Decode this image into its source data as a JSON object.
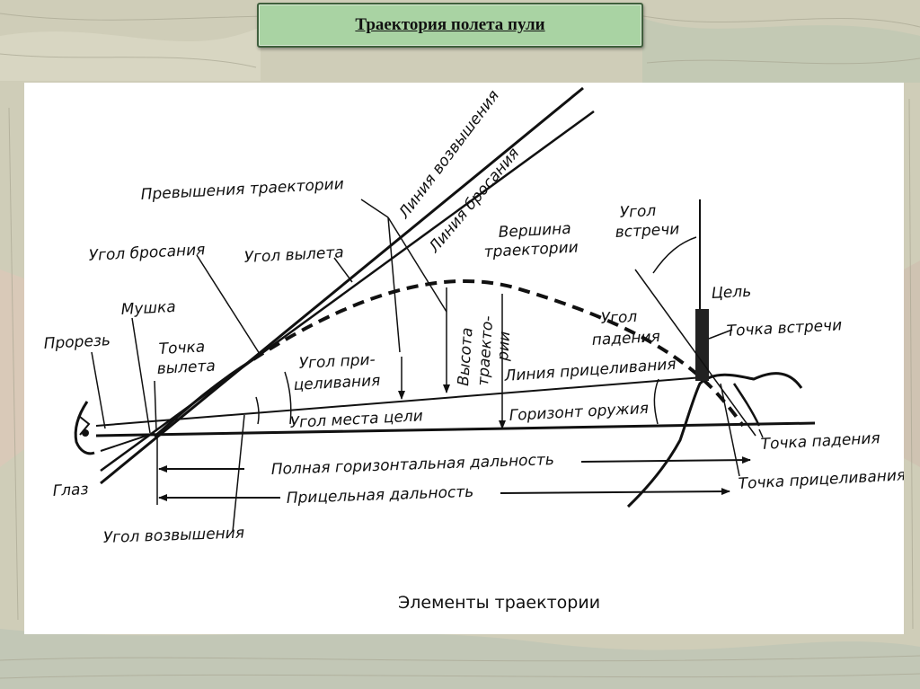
{
  "slide": {
    "title": "Траектория полета пули"
  },
  "diagram": {
    "caption": "Элементы траектории",
    "labels": {
      "elevation_line": "Линия возвышения",
      "throw_line": "Линия бросания",
      "trajectory_excess": "Превышения траектории",
      "throw_angle": "Угол бросания",
      "departure_angle": "Угол вылета",
      "apex_1": "Вершина",
      "apex_2": "траектории",
      "meeting_angle_1": "Угол",
      "meeting_angle_2": "встречи",
      "front_sight": "Мушка",
      "rear_sight": "Прорезь",
      "departure_point_1": "Точка",
      "departure_point_2": "вылета",
      "aiming_angle_1": "Угол при-",
      "aiming_angle_2": "целивания",
      "height_1": "Высота",
      "height_2": "траекто-",
      "height_3": "рии",
      "target": "Цель",
      "meeting_point": "Точка встречи",
      "fall_angle_1": "Угол",
      "fall_angle_2": "падения",
      "aiming_line": "Линия прицеливания",
      "target_angle": "Угол места цели",
      "weapon_horizon": "Горизонт оружия",
      "fall_point": "Точка падения",
      "full_range": "Полная горизонтальная дальность",
      "aiming_point": "Точка прицеливания",
      "eye": "Глаз",
      "aim_range": "Прицельная дальность",
      "elevation_angle": "Угол возвышения"
    }
  }
}
